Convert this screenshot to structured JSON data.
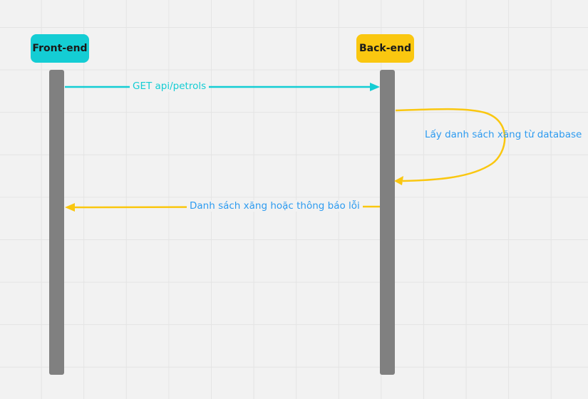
{
  "actors": [
    {
      "label": "Front-end",
      "color": "#14cdd4"
    },
    {
      "label": "Back-end",
      "color": "#fac710"
    }
  ],
  "messages": [
    {
      "label": "GET api/petrols",
      "from": "Front-end",
      "to": "Back-end",
      "color": "#14cdd4"
    },
    {
      "label": "Lấy danh sách xăng từ database",
      "from": "Back-end",
      "to": "Back-end",
      "color": "#fac710"
    },
    {
      "label": "Danh sách xăng hoặc thông báo lỗi",
      "from": "Back-end",
      "to": "Front-end",
      "color": "#fac710"
    }
  ],
  "label_color": "#2d9bf0"
}
